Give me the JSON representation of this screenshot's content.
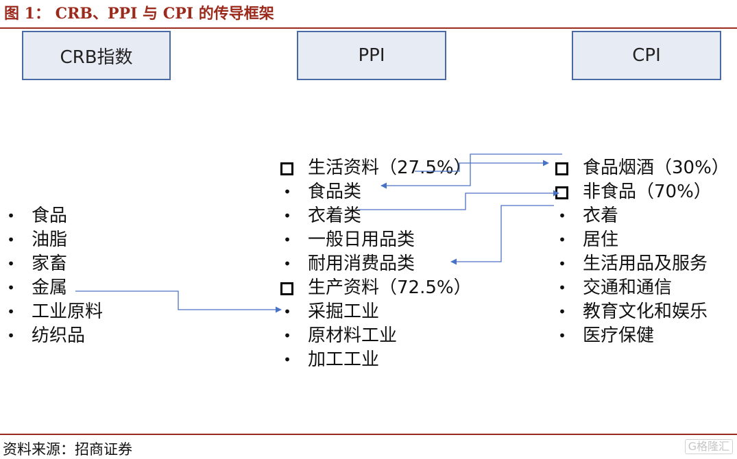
{
  "title": "图 1：  CRB、PPI 与 CPI 的传导框架",
  "boxes": {
    "crb": "CRB指数",
    "ppi": "PPI",
    "cpi": "CPI"
  },
  "crb_items": [
    "食品",
    "油脂",
    "家畜",
    "金属",
    "工业原料",
    "纺织品"
  ],
  "ppi_items": [
    {
      "label": "生活资料（27.5%）",
      "marker": "square"
    },
    {
      "label": "食品类",
      "marker": "bullet"
    },
    {
      "label": "衣着类",
      "marker": "bullet"
    },
    {
      "label": "一般日用品类",
      "marker": "bullet"
    },
    {
      "label": "耐用消费品类",
      "marker": "bullet"
    },
    {
      "label": "生产资料（72.5%）",
      "marker": "square"
    },
    {
      "label": "采掘工业",
      "marker": "bullet"
    },
    {
      "label": "原材料工业",
      "marker": "bullet"
    },
    {
      "label": "加工工业",
      "marker": "bullet"
    }
  ],
  "cpi_items": [
    {
      "label": "食品烟酒（30%）",
      "marker": "square"
    },
    {
      "label": "非食品（70%）",
      "marker": "square"
    },
    {
      "label": "衣着",
      "marker": "bullet"
    },
    {
      "label": "居住",
      "marker": "bullet"
    },
    {
      "label": "生活用品及服务",
      "marker": "bullet"
    },
    {
      "label": "交通和通信",
      "marker": "bullet"
    },
    {
      "label": "教育文化和娱乐",
      "marker": "bullet"
    },
    {
      "label": "医疗保健",
      "marker": "bullet"
    }
  ],
  "footer": "资料来源：招商证券",
  "watermark": "格隆汇",
  "colors": {
    "accent": "#9b2a1c",
    "box_border": "#4a6aa6",
    "box_fill": "#e7ebf3",
    "arrow": "#4a72c4"
  }
}
